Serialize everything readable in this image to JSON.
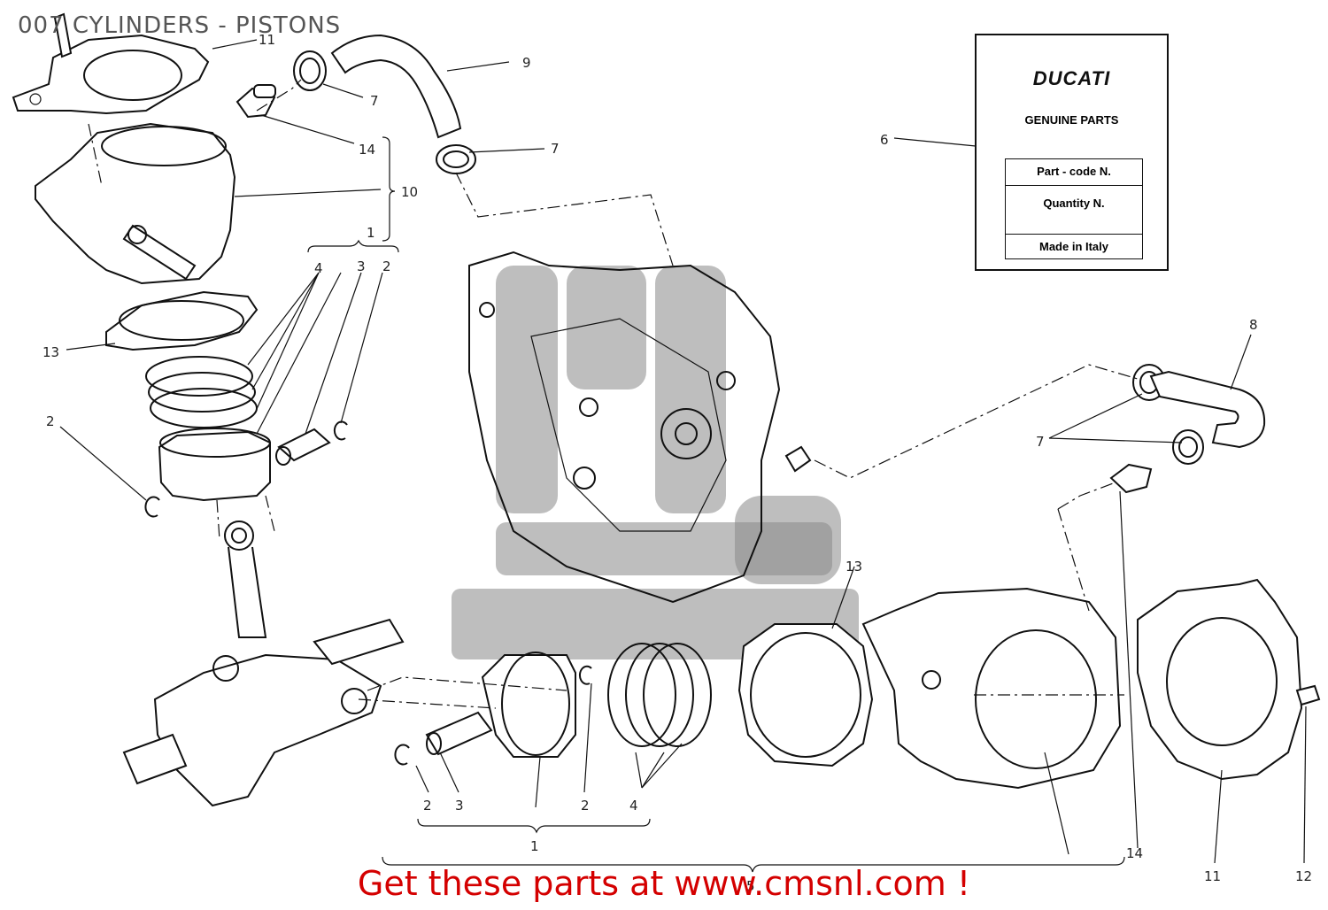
{
  "title": "007 CYLINDERS - PISTONS",
  "call_to_action": "Get these parts at www.cmsnl.com !",
  "parts_label": {
    "brand": "DUCATI",
    "subtitle": "GENUINE PARTS",
    "row1": "Part - code N.",
    "row2": "Quantity N.",
    "row3": "Made in Italy"
  },
  "callouts": {
    "c11a": "11",
    "c9": "9",
    "c7a": "7",
    "c14a": "14",
    "c7b": "7",
    "c10": "10",
    "c1a": "1",
    "c4a": "4",
    "c3a": "3",
    "c2a": "2",
    "c13a": "13",
    "c2b": "2",
    "c6": "6",
    "c8": "8",
    "c7c": "7",
    "c13b": "13",
    "c2c": "2",
    "c3b": "3",
    "c2d": "2",
    "c4b": "4",
    "c1b": "1",
    "c5": "5",
    "c14b": "14",
    "c11b": "11",
    "c12": "12"
  },
  "colors": {
    "line_art": "#111111",
    "call_to_action": "#d40000",
    "title": "#555555",
    "watermark": "#888888"
  }
}
